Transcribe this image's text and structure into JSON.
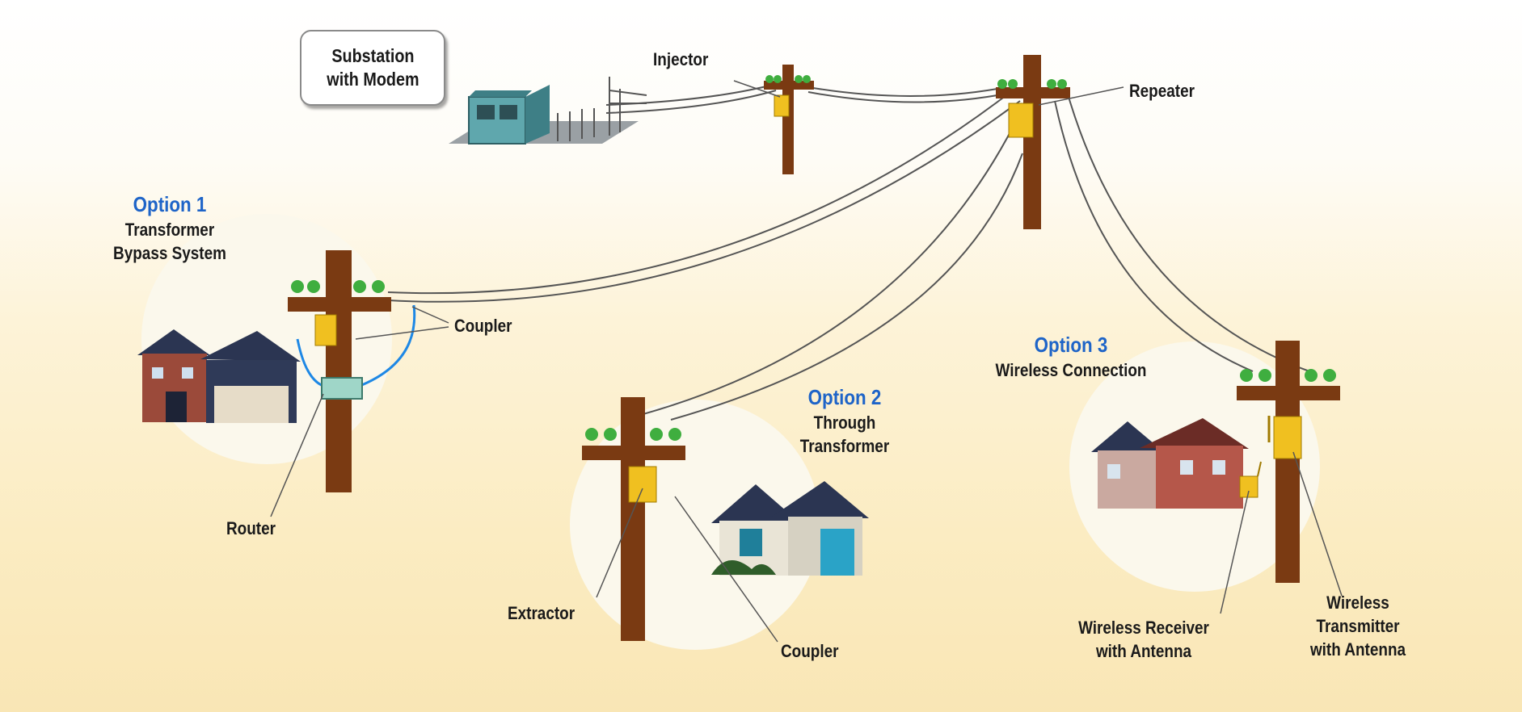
{
  "substation": {
    "line1": "Substation",
    "line2": "with Modem"
  },
  "labels": {
    "injector": "Injector",
    "repeater": "Repeater",
    "coupler1": "Coupler",
    "router": "Router",
    "extractor": "Extractor",
    "coupler2": "Coupler",
    "wireless_receiver_line1": "Wireless Receiver",
    "wireless_receiver_line2": "with Antenna",
    "wireless_transmitter_line1": "Wireless",
    "wireless_transmitter_line2": "Transmitter",
    "wireless_transmitter_line3": "with Antenna"
  },
  "options": [
    {
      "title": "Option 1",
      "line1": "Transformer",
      "line2": "Bypass System"
    },
    {
      "title": "Option 2",
      "line1": "Through",
      "line2": "Transformer"
    },
    {
      "title": "Option 3",
      "line1": "Wireless Connection"
    }
  ],
  "colors": {
    "option_title": "#1e64c8",
    "pole": "#7a3a12",
    "insulator": "#3fae3f",
    "device": "#f0c020",
    "circle": "#fbf8ec"
  }
}
